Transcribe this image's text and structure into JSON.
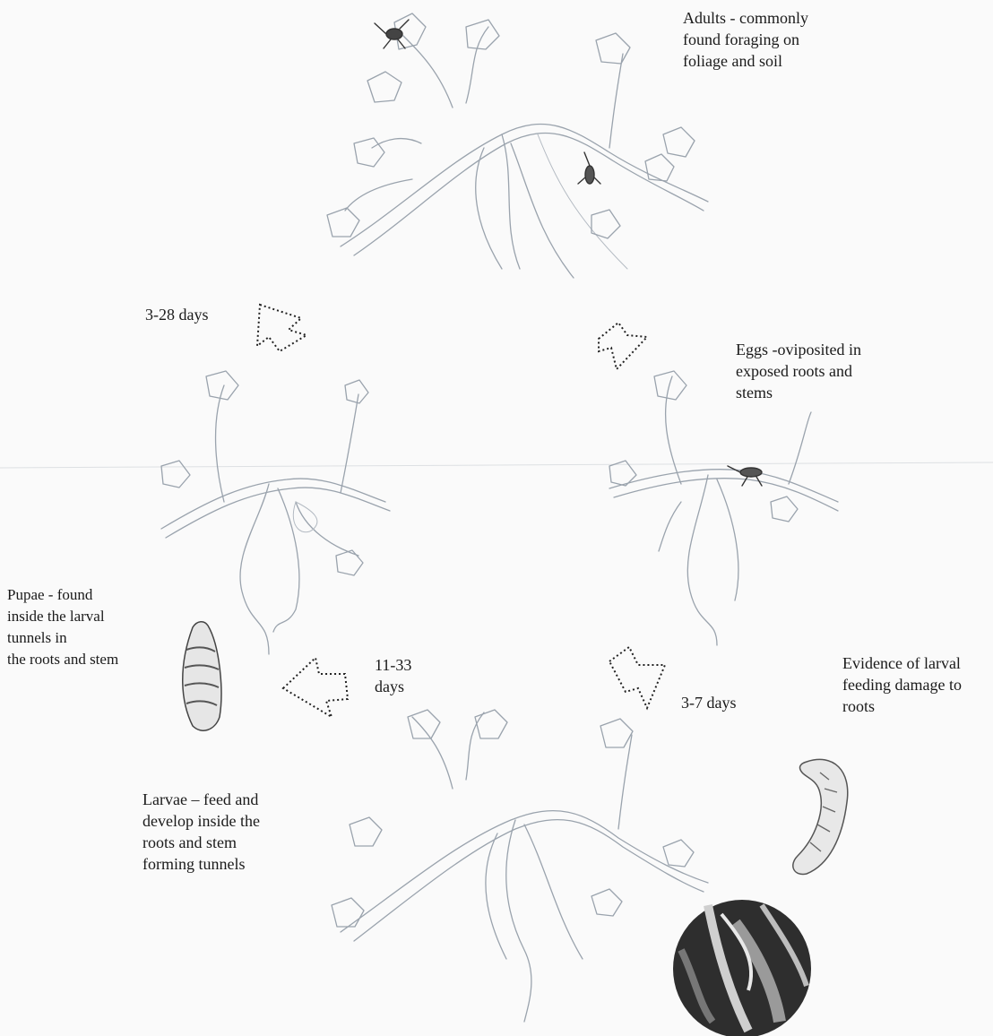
{
  "labels": {
    "adults": [
      "Adults - commonly",
      "found foraging on",
      "foliage and soil"
    ],
    "eggs": [
      "Eggs -oviposited in",
      "exposed roots and",
      "stems"
    ],
    "pupae": [
      "Pupae - found",
      "inside the larval",
      "tunnels in",
      "the roots and stem"
    ],
    "larvae": [
      "Larvae – feed and",
      "develop inside the",
      "roots and stem",
      "forming tunnels"
    ],
    "damage": [
      "Evidence of larval",
      "feeding damage to",
      "roots"
    ]
  },
  "durations": {
    "pupa_to_adult": "3-28 days",
    "egg_to_larva": "3-7 days",
    "larva_to_pupa": [
      "11-33",
      "days"
    ]
  }
}
